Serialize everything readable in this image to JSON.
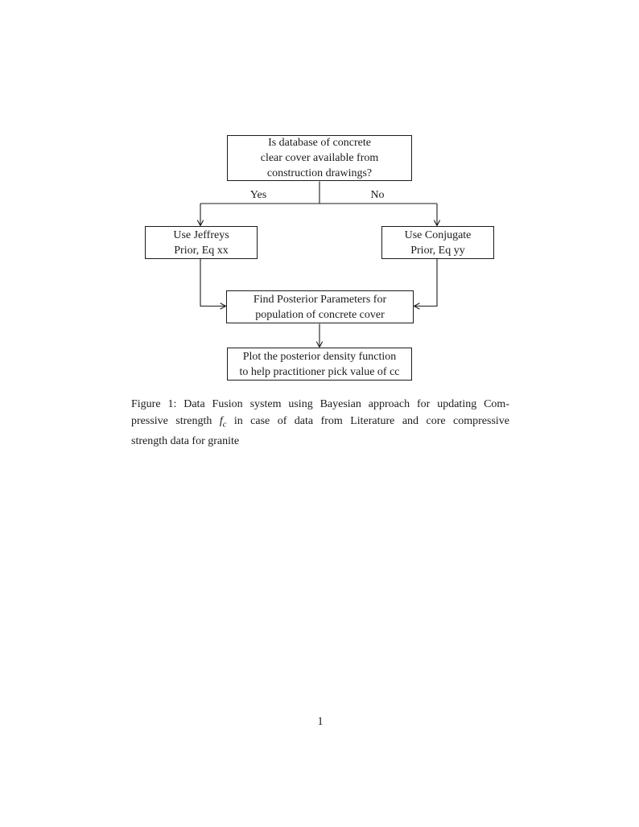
{
  "page": {
    "number": "1",
    "background_color": "#ffffff",
    "text_color": "#1b1b1b"
  },
  "flowchart": {
    "nodes": {
      "decision": {
        "text": "Is database of concrete\nclear cover available from\nconstruction drawings?"
      },
      "jeffreys": {
        "text": "Use Jeffreys\nPrior, Eq xx"
      },
      "conjugate": {
        "text": "Use Conjugate\nPrior, Eq yy"
      },
      "posterior": {
        "text": "Find Posterior Parameters for\npopulation of concrete cover"
      },
      "plot": {
        "text": "Plot the posterior density function\nto help practitioner pick value of cc"
      }
    },
    "edge_labels": {
      "yes": "Yes",
      "no": "No"
    }
  },
  "caption": {
    "line1": "Figure 1: Data Fusion system using Bayesian approach for updating Com-",
    "line2_before_math": "pressive strength",
    "math_symbol": "f",
    "math_subscript": "c",
    "line2_after_math": "in case of data from Literature and core compressive",
    "line3": "strength data for granite"
  }
}
